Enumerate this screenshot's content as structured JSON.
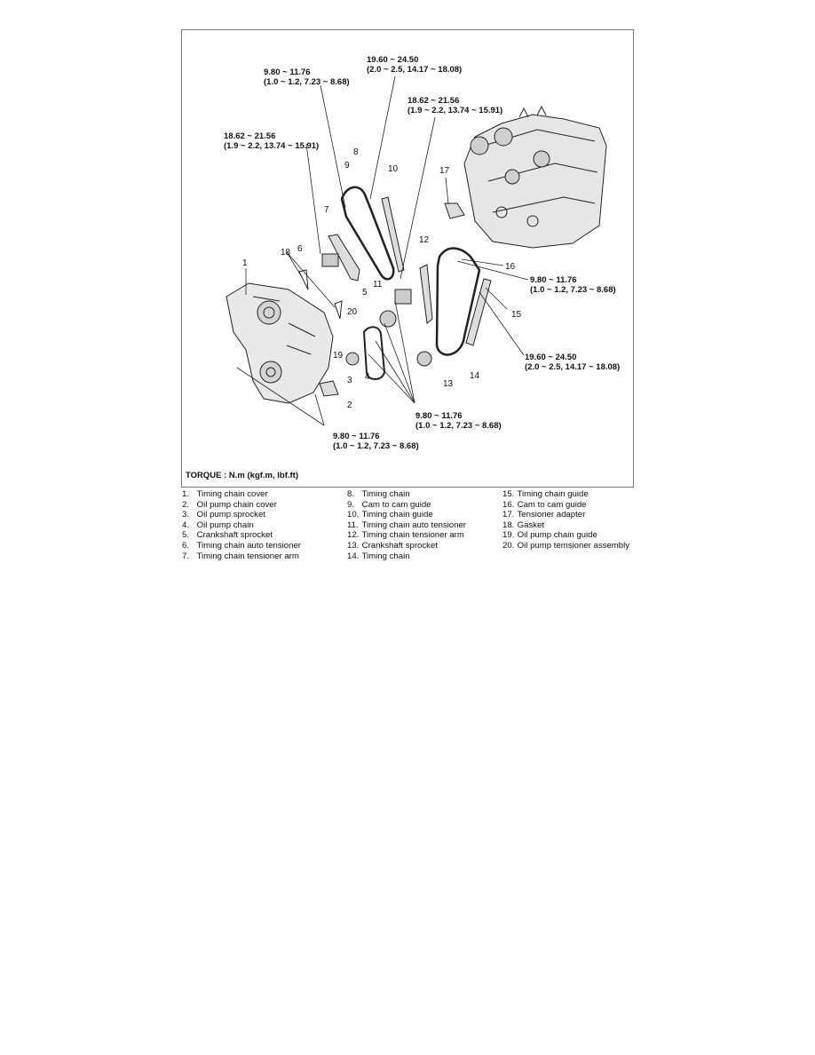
{
  "torque_unit": "TORQUE : N.m (kgf.m, lbf.ft)",
  "torque_specs": [
    {
      "nm": "19.60 ~ 24.50",
      "alt": "(2.0 ~ 2.5, 14.17 ~ 18.08)"
    },
    {
      "nm": "9.80 ~ 11.76",
      "alt": "(1.0 ~ 1.2, 7.23 ~ 8.68)"
    },
    {
      "nm": "18.62 ~ 21.56",
      "alt": "(1.9 ~ 2.2, 13.74 ~ 15.91)"
    },
    {
      "nm": "18.62 ~ 21.56",
      "alt": "(1.9 ~ 2.2, 13.74 ~ 15.91)"
    },
    {
      "nm": "9.80 ~ 11.76",
      "alt": "(1.0 ~ 1.2, 7.23 ~ 8.68)"
    },
    {
      "nm": "19.60 ~ 24.50",
      "alt": "(2.0 ~ 2.5, 14.17 ~ 18.08)"
    },
    {
      "nm": "9.80 ~ 11.76",
      "alt": "(1.0 ~ 1.2, 7.23 ~ 8.68)"
    },
    {
      "nm": "9.80 ~ 11.76",
      "alt": "(1.0 ~ 1.2, 7.23 ~ 8.68)"
    }
  ],
  "callouts": [
    "1",
    "2",
    "3",
    "4",
    "5",
    "6",
    "7",
    "8",
    "9",
    "10",
    "11",
    "12",
    "13",
    "14",
    "15",
    "16",
    "17",
    "18",
    "19",
    "20"
  ],
  "legend": [
    {
      "num": "1.",
      "label": "Timing chain cover"
    },
    {
      "num": "2.",
      "label": "Oil pump chain cover"
    },
    {
      "num": "3.",
      "label": "Oil pump sprocket"
    },
    {
      "num": "4.",
      "label": "Oil pump chain"
    },
    {
      "num": "5.",
      "label": "Crankshaft sprocket"
    },
    {
      "num": "6.",
      "label": "Timing chain auto tensioner"
    },
    {
      "num": "7.",
      "label": "Timing chain tensioner arm"
    },
    {
      "num": "8.",
      "label": "Timing chain"
    },
    {
      "num": "9.",
      "label": "Cam to cam guide"
    },
    {
      "num": "10.",
      "label": "Timing chain guide"
    },
    {
      "num": "11.",
      "label": "Timing chain auto tensioner"
    },
    {
      "num": "12.",
      "label": "Timing chain tensioner arm"
    },
    {
      "num": "13.",
      "label": "Crankshaft sprocket"
    },
    {
      "num": "14.",
      "label": "Timing chain"
    },
    {
      "num": "15.",
      "label": "Timing chain guide"
    },
    {
      "num": "16.",
      "label": "Cam to cam guide"
    },
    {
      "num": "17.",
      "label": "Tensioner adapter"
    },
    {
      "num": "18.",
      "label": "Gasket"
    },
    {
      "num": "19.",
      "label": "Oil pump chain guide"
    },
    {
      "num": "20.",
      "label": "Oil pump temsioner assembly"
    }
  ]
}
